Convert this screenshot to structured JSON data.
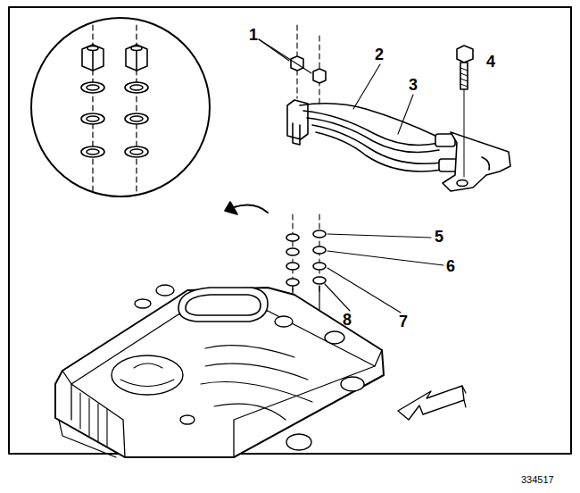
{
  "diagram": {
    "labels": [
      "1",
      "2",
      "3",
      "4",
      "5",
      "6",
      "7",
      "8",
      "334517"
    ]
  }
}
